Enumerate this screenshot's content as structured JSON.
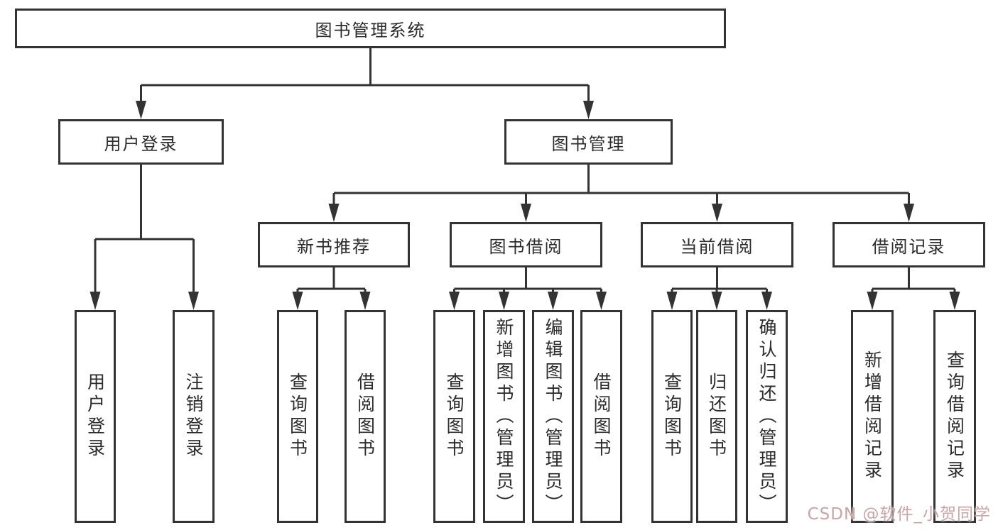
{
  "diagram": {
    "root": {
      "label": "图书管理系统"
    },
    "level2": [
      {
        "label": "用户登录",
        "children": [
          {
            "label": "用户登录"
          },
          {
            "label": "注销登录"
          }
        ]
      },
      {
        "label": "图书管理",
        "children": [
          {
            "label": "新书推荐",
            "children": [
              {
                "label": "查询图书"
              },
              {
                "label": "借阅图书"
              }
            ]
          },
          {
            "label": "图书借阅",
            "children": [
              {
                "label": "查询图书"
              },
              {
                "label": "新增图书（管理员）"
              },
              {
                "label": "编辑图书（管理员）"
              },
              {
                "label": "借阅图书"
              }
            ]
          },
          {
            "label": "当前借阅",
            "children": [
              {
                "label": "查询图书"
              },
              {
                "label": "归还图书"
              },
              {
                "label": "确认归还（管理员）"
              }
            ]
          },
          {
            "label": "借阅记录",
            "children": [
              {
                "label": "新增借阅记录"
              },
              {
                "label": "查询借阅记录"
              }
            ]
          }
        ]
      }
    ]
  },
  "watermark": {
    "text": "CSDN @软件_小贺同学",
    "color": "#c9a0a0"
  },
  "colors": {
    "line": "#333333",
    "box_border": "#333333",
    "box_fill": "#ffffff",
    "text": "#2b2b2b",
    "background": "#ffffff"
  }
}
